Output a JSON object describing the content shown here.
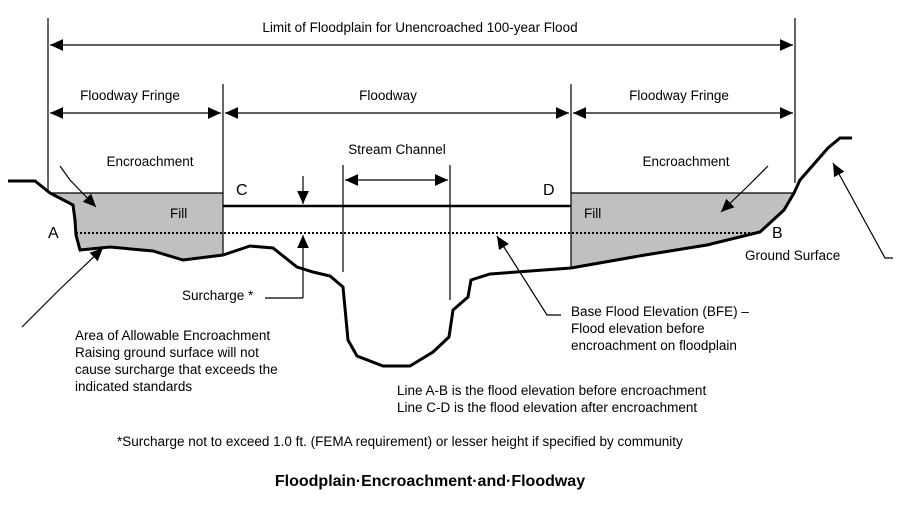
{
  "dimensions": {
    "limit": "Limit of Floodplain for Unencroached 100-year Flood",
    "fringe_left": "Floodway Fringe",
    "floodway": "Floodway",
    "fringe_right": "Floodway Fringe",
    "stream_channel": "Stream Channel"
  },
  "labels": {
    "encroachment_left": "Encroachment",
    "encroachment_right": "Encroachment",
    "fill_left": "Fill",
    "fill_right": "Fill",
    "point_a": "A",
    "point_b": "B",
    "point_c": "C",
    "point_d": "D",
    "ground_surface": "Ground Surface",
    "surcharge": "Surcharge *"
  },
  "notes": {
    "allowable": [
      "Area of Allowable Encroachment",
      "Raising ground surface will not",
      "cause surcharge that exceeds the",
      "indicated standards"
    ],
    "bfe": [
      "Base Flood Elevation (BFE) –",
      "Flood elevation before",
      "encroachment on floodplain"
    ],
    "lines": [
      "Line A-B is the flood elevation before encroachment",
      "Line C-D is the flood elevation after encroachment"
    ],
    "footnote": "*Surcharge not to exceed 1.0 ft. (FEMA requirement) or lesser height if specified by community"
  },
  "title": "Floodplain·Encroachment·and·Floodway"
}
